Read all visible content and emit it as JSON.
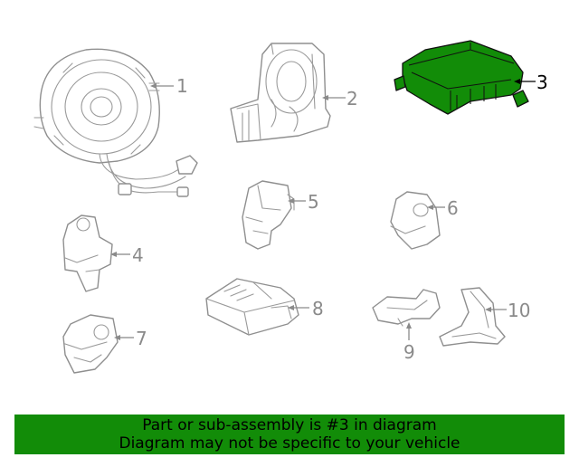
{
  "diagram": {
    "highlight_color": "#128c08",
    "callout_color": "#8a8a8a",
    "active_callout_color": "#000000",
    "selected_callout": "3",
    "callouts": [
      {
        "id": "1",
        "label": "1",
        "part_icon": "clock-spring-icon"
      },
      {
        "id": "2",
        "label": "2",
        "part_icon": "steering-angle-sensor-icon"
      },
      {
        "id": "3",
        "label": "3",
        "part_icon": "airbag-control-module-icon"
      },
      {
        "id": "4",
        "label": "4",
        "part_icon": "impact-sensor-icon"
      },
      {
        "id": "5",
        "label": "5",
        "part_icon": "impact-sensor-icon"
      },
      {
        "id": "6",
        "label": "6",
        "part_icon": "impact-sensor-icon"
      },
      {
        "id": "7",
        "label": "7",
        "part_icon": "impact-sensor-icon"
      },
      {
        "id": "8",
        "label": "8",
        "part_icon": "occupant-sensor-module-icon"
      },
      {
        "id": "9",
        "label": "9",
        "part_icon": "sensor-icon"
      },
      {
        "id": "10",
        "label": "10",
        "part_icon": "sensor-bracket-icon"
      }
    ]
  },
  "banner": {
    "line1": "Part or sub-assembly is #3 in diagram",
    "line2": "Diagram may not be specific to your vehicle",
    "background": "#128c08",
    "text_color": "#000000"
  }
}
